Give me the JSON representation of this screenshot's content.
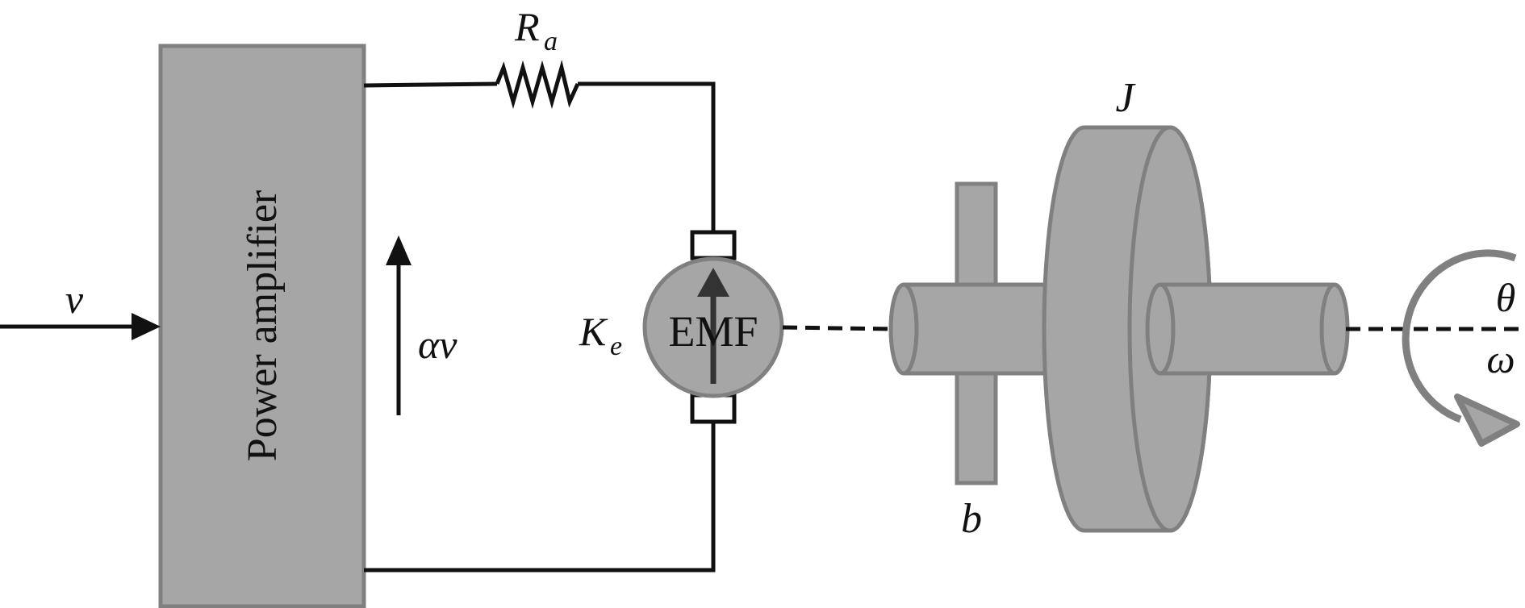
{
  "amplifier": {
    "label": "Power amplifier",
    "input_label": "v",
    "output_label": "αv"
  },
  "resistor": {
    "label": "R",
    "subscript": "a"
  },
  "motor": {
    "label": "EMF",
    "constant_label": "K",
    "constant_subscript": "e"
  },
  "damper": {
    "label": "b"
  },
  "inertia": {
    "label": "J"
  },
  "rotation": {
    "angle_label": "θ",
    "speed_label": "ω"
  },
  "colors": {
    "wire": "#111111",
    "fill": "#a6a6a6",
    "stroke": "#808080",
    "arrow": "#333333"
  }
}
